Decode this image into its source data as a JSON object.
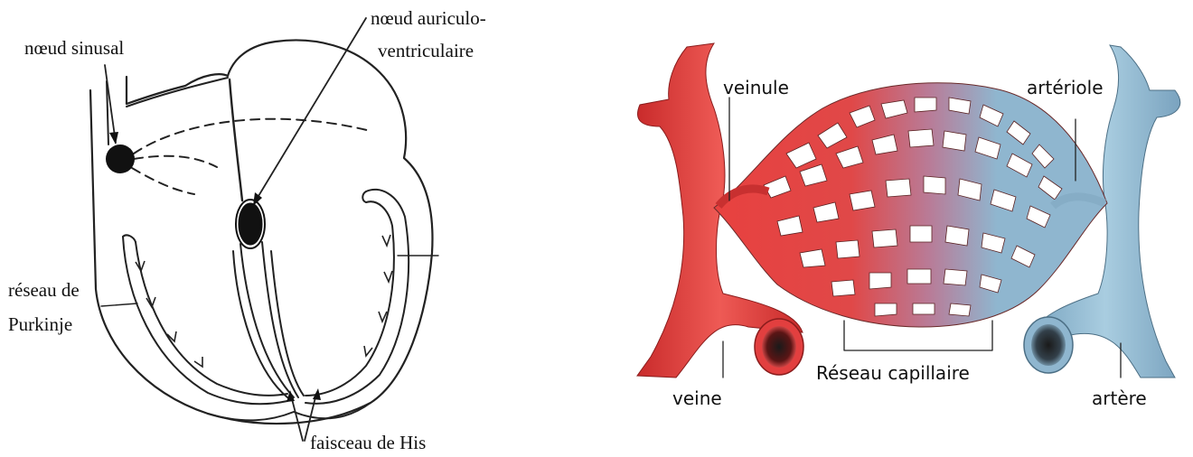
{
  "heart_diagram": {
    "labels": {
      "sinus_node": "nœud sinusal",
      "av_node_line1": "nœud auriculo-",
      "av_node_line2": "ventriculaire",
      "purkinje_line1": "réseau de",
      "purkinje_line2": "Purkinje",
      "his_bundle": "faisceau de His"
    }
  },
  "capillary_diagram": {
    "labels": {
      "venule": "veinule",
      "arteriole": "artériole",
      "vein": "veine",
      "capillary_network": "Réseau capillaire",
      "artery": "artère"
    },
    "colors": {
      "vein": "#e03c3c",
      "artery": "#8fb6cf"
    }
  }
}
